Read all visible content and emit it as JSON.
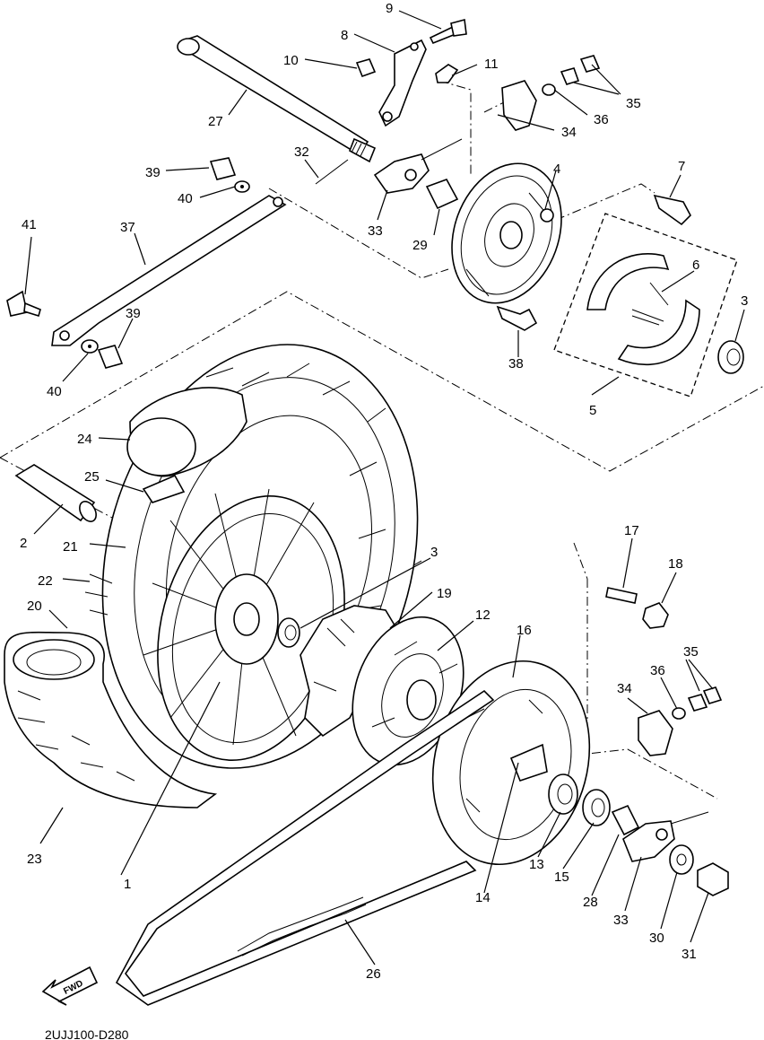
{
  "diagram_code": "2UJJ100-D280",
  "fwd_label": "FWD",
  "part_labels": {
    "p1": "1",
    "p2": "2",
    "p3a": "3",
    "p3b": "3",
    "p4": "4",
    "p5": "5",
    "p6": "6",
    "p7": "7",
    "p8": "8",
    "p9": "9",
    "p10": "10",
    "p11": "11",
    "p12": "12",
    "p13": "13",
    "p14": "14",
    "p15": "15",
    "p16": "16",
    "p17": "17",
    "p18": "18",
    "p19": "19",
    "p20": "20",
    "p21": "21",
    "p22": "22",
    "p23": "23",
    "p24": "24",
    "p25": "25",
    "p26": "26",
    "p27": "27",
    "p28": "28",
    "p29": "29",
    "p30": "30",
    "p31": "31",
    "p32": "32",
    "p33a": "33",
    "p33b": "33",
    "p34a": "34",
    "p34b": "34",
    "p35a": "35",
    "p35b": "35",
    "p36a": "36",
    "p36b": "36",
    "p37": "37",
    "p38": "38",
    "p39a": "39",
    "p39b": "39",
    "p40a": "40",
    "p40b": "40",
    "p41": "41"
  }
}
